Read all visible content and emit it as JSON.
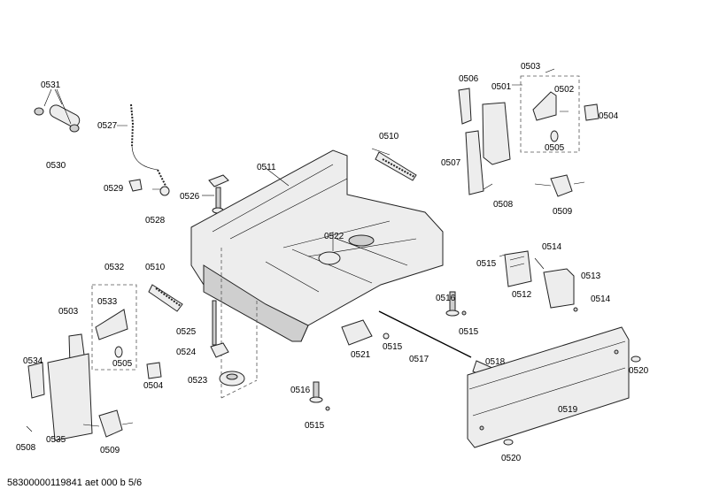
{
  "footer": {
    "document_code": "58300000119841 aet 000 b 5/6"
  },
  "labels": {
    "p0531": "0531",
    "p0530": "0530",
    "p0527": "0527",
    "p0529": "0529",
    "p0528": "0528",
    "p0526": "0526",
    "p0511": "0511",
    "p0510a": "0510",
    "p0522": "0522",
    "p0506": "0506",
    "p0501": "0501",
    "p0503a": "0503",
    "p0502": "0502",
    "p0504a": "0504",
    "p0505a": "0505",
    "p0507": "0507",
    "p0508a": "0508",
    "p0509a": "0509",
    "p0515a": "0515",
    "p0514a": "0514",
    "p0513": "0513",
    "p0512": "0512",
    "p0514b": "0514",
    "p0516a": "0516",
    "p0515b": "0515",
    "p0532": "0532",
    "p0510b": "0510",
    "p0533": "0533",
    "p0503b": "0503",
    "p0534": "0534",
    "p0505b": "0505",
    "p0504b": "0504",
    "p0525": "0525",
    "p0524": "0524",
    "p0523": "0523",
    "p0521": "0521",
    "p0515c": "0515",
    "p0517": "0517",
    "p0518": "0518",
    "p0520a": "0520",
    "p0519": "0519",
    "p0516b": "0516",
    "p0515d": "0515",
    "p0508b": "0508",
    "p0535": "0535",
    "p0509b": "0509",
    "p0520b": "0520"
  }
}
